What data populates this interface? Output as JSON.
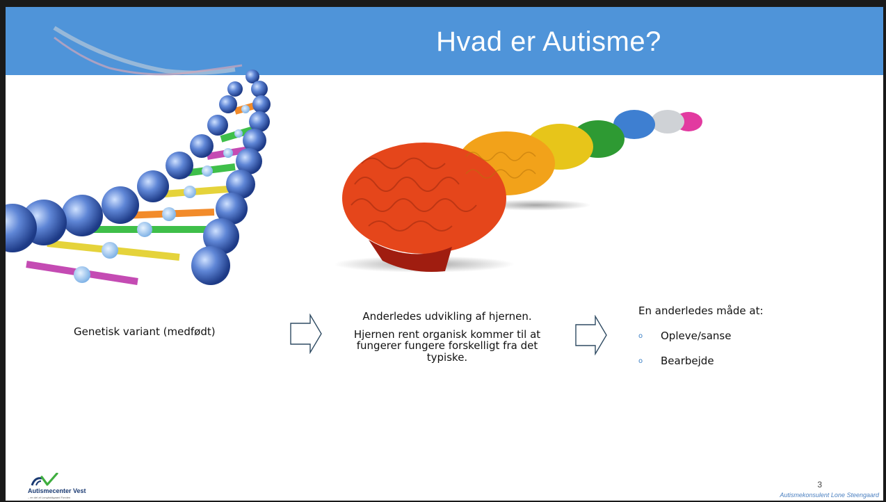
{
  "slide": {
    "title": "Hvad er Autisme?",
    "col1_text": "Genetisk variant (medfødt)",
    "col2_line1": "Anderledes udvikling af hjernen.",
    "col2_line2": "Hjernen rent organisk kommer til at fungerer fungere forskelligt fra det typiske.",
    "col3_intro": "En anderledes måde at:",
    "col3_bullets": [
      "Opleve/sanse",
      "Bearbejde"
    ],
    "bullet_glyph": "o",
    "page_number": "3",
    "footer_credit": "Autismekonsulent Lone Steengaard"
  },
  "logo": {
    "name": "Autismecenter Vest",
    "tagline": "– en del af Lungholdgaard Fonden"
  },
  "icons": {
    "arrow": "right-outline-arrow-icon",
    "dna": "dna-helix-illustration",
    "brains": "colored-brains-row-illustration"
  },
  "colors": {
    "title_bar": "#4f94d9",
    "bullet": "#3b7fc4",
    "arrow_stroke": "#2e4a62"
  }
}
